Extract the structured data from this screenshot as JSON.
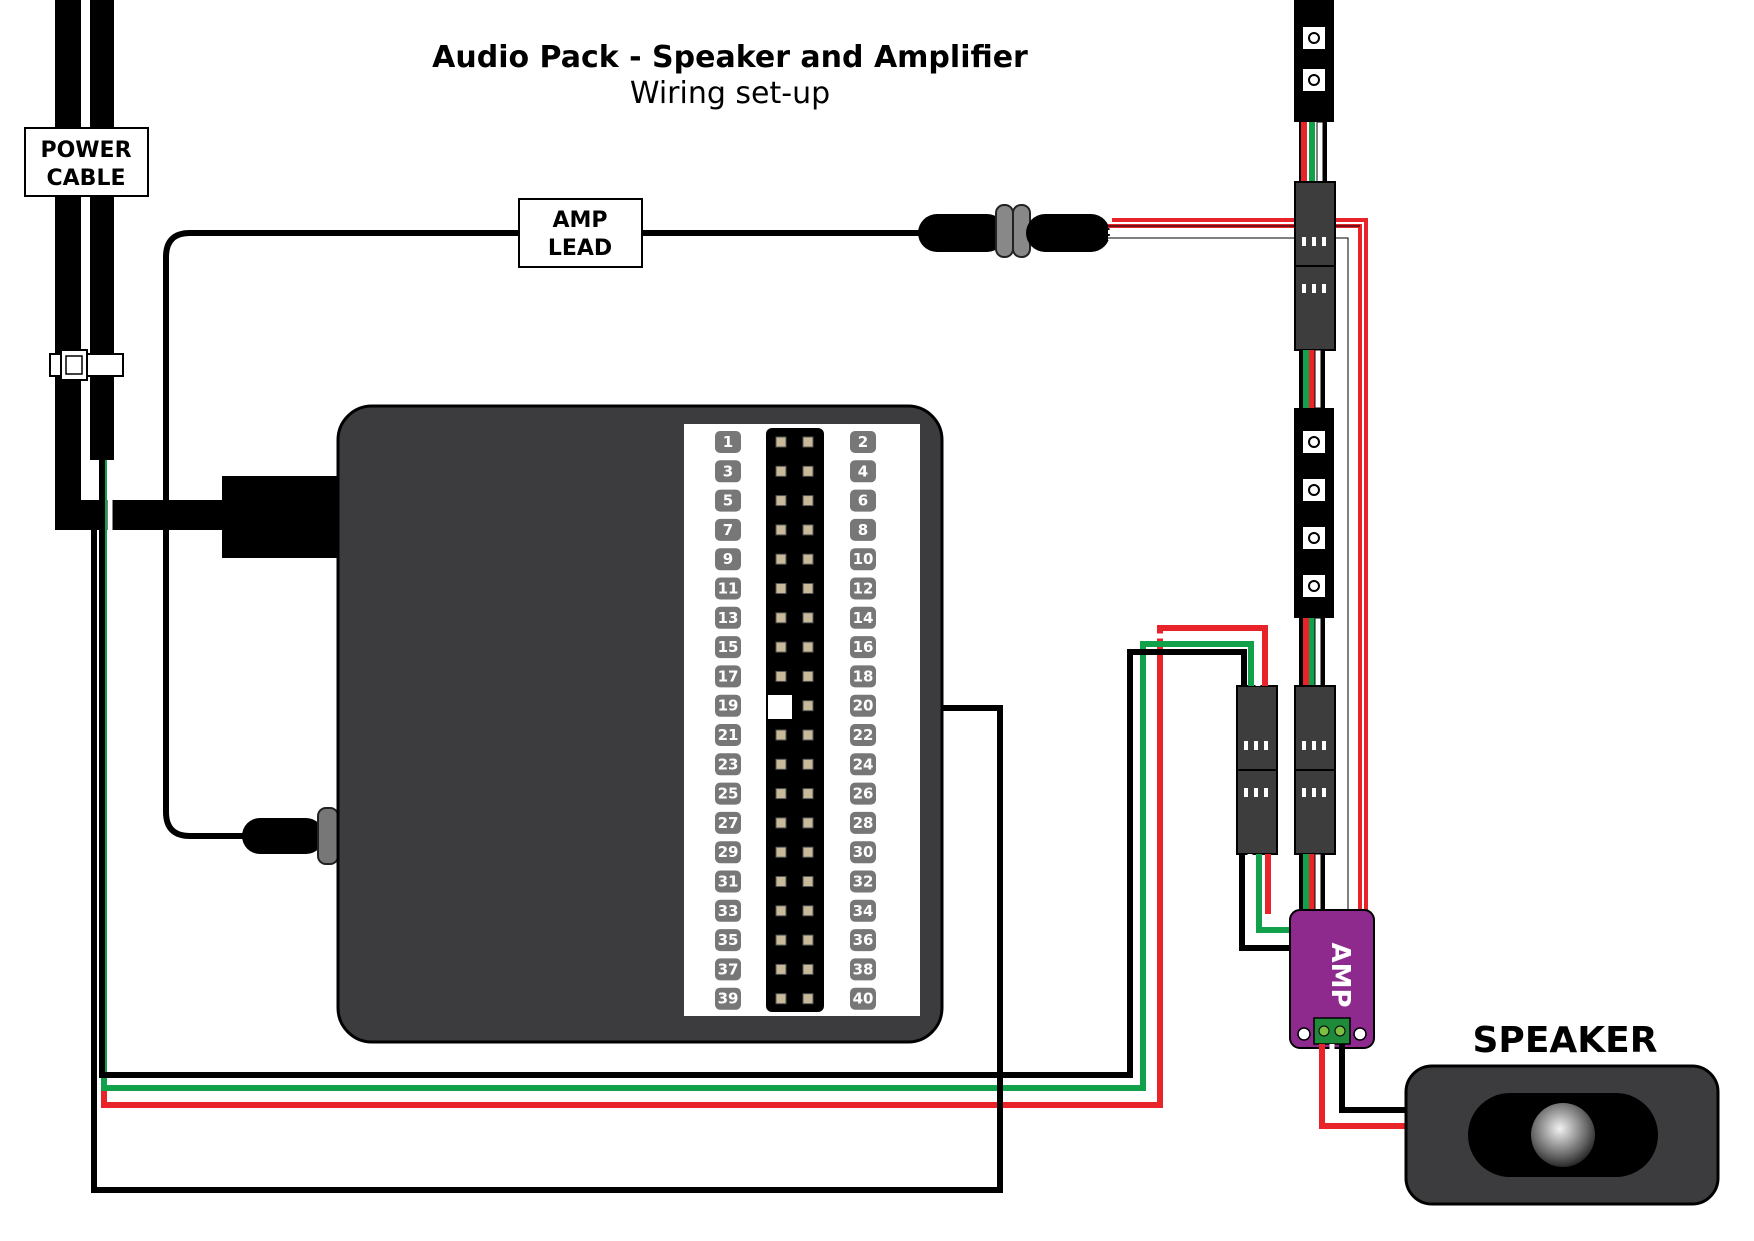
{
  "title": "Audio Pack - Speaker and Amplifier",
  "subtitle": "Wiring set-up",
  "labels": {
    "power_cable_line1": "POWER",
    "power_cable_line2": "CABLE",
    "amp_lead_line1": "AMP",
    "amp_lead_line2": "LEAD",
    "speaker": "SPEAKER",
    "amp": "AMP"
  },
  "gpio": {
    "left_pins": [
      "1",
      "3",
      "5",
      "7",
      "9",
      "11",
      "13",
      "15",
      "17",
      "19",
      "21",
      "23",
      "25",
      "27",
      "29",
      "31",
      "33",
      "35",
      "37",
      "39"
    ],
    "right_pins": [
      "2",
      "4",
      "6",
      "8",
      "10",
      "12",
      "14",
      "16",
      "18",
      "20",
      "22",
      "24",
      "26",
      "28",
      "30",
      "32",
      "34",
      "36",
      "38",
      "40"
    ]
  },
  "colors": {
    "wire_red": "#e8242a",
    "wire_green": "#12a14b",
    "wire_black": "#000000",
    "board": "#3c3c3e",
    "amp_board": "#8e2a8e",
    "connector": "#3d3d3d"
  }
}
